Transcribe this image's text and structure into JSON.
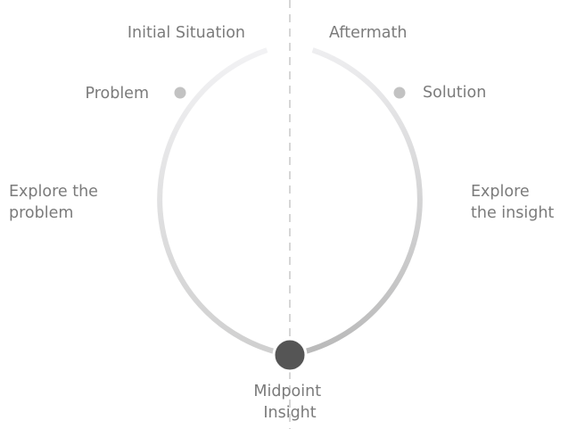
{
  "colors": {
    "arc_light": "#ececee",
    "arc_dark": "#bdbdbd",
    "marker_small": "#c2c2c2",
    "marker_large": "#555555",
    "divider": "#d6d6d6",
    "text": "#7b7b7b"
  },
  "labels": {
    "initial_situation": "Initial Situation",
    "problem": "Problem",
    "explore_problem": [
      "Explore the",
      "problem"
    ],
    "aftermath": "Aftermath",
    "solution": "Solution",
    "explore_insight": [
      "Explore",
      "the insight"
    ],
    "midpoint": [
      "Midpoint",
      "Insight"
    ]
  }
}
